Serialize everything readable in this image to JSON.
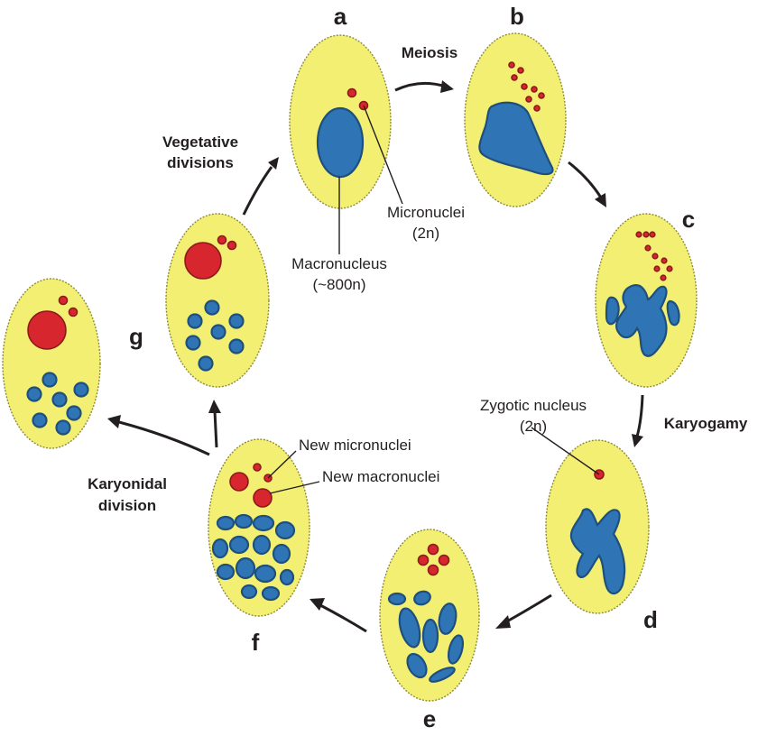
{
  "stages": {
    "a": "a",
    "b": "b",
    "c": "c",
    "d": "d",
    "e": "e",
    "f": "f",
    "g": "g"
  },
  "processes": {
    "meiosis": "Meiosis",
    "vegetative_line1": "Vegetative",
    "vegetative_line2": "divisions",
    "karyogamy": "Karyogamy",
    "karyonidal_line1": "Karyonidal",
    "karyonidal_line2": "division"
  },
  "callouts": {
    "micronuclei_line1": "Micronuclei",
    "micronuclei_line2": "(2n)",
    "macronucleus_line1": "Macronucleus",
    "macronucleus_line2": "(~800n)",
    "zygotic_line1": "Zygotic nucleus",
    "zygotic_line2": "(2n)",
    "new_micronuclei": "New micronuclei",
    "new_macronuclei": "New macronuclei"
  },
  "colors": {
    "cytoplasm": "#f2ef72",
    "macronucleus": "#2f75b5",
    "micronucleus": "#d7262e",
    "text": "#231f20"
  }
}
